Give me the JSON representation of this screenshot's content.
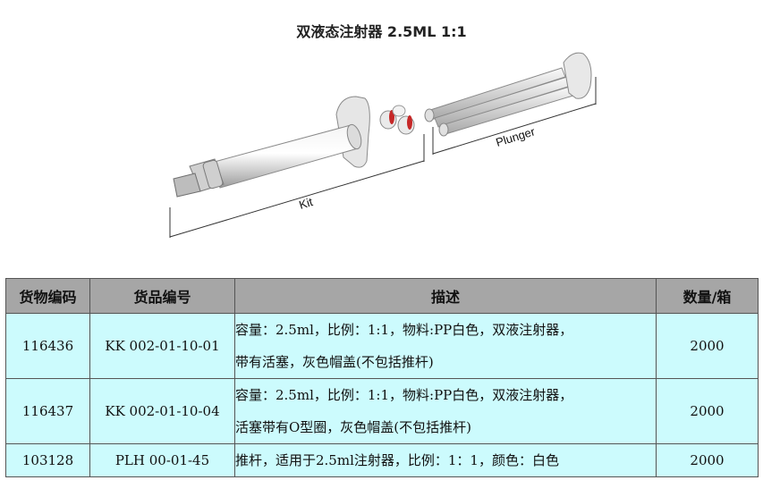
{
  "title": "双液态注射器 2.5ML 1:1",
  "illustration": {
    "kit_label": "Kit",
    "plunger_label": "Plunger"
  },
  "table": {
    "headers": [
      "货物编码",
      "货品编号",
      "描述",
      "数量/箱"
    ],
    "rows": [
      {
        "code": "116436",
        "item": "KK 002-01-10-01",
        "desc": [
          "容量：2.5ml，比例：1:1，物料:PP白色，双液注射器，",
          "带有活塞，灰色帽盖(不包括推杆)"
        ],
        "qty": "2000"
      },
      {
        "code": "116437",
        "item": "KK 002-01-10-04",
        "desc": [
          "容量：2.5ml，比例：1:1，物料:PP白色，双液注射器，",
          "活塞带有O型圈，灰色帽盖(不包括推杆)"
        ],
        "qty": "2000"
      },
      {
        "code": "103128",
        "item": "PLH 00-01-45",
        "desc": [
          "推杆，适用于2.5ml注射器，比例：1：1，颜色：白色"
        ],
        "qty": "2000"
      }
    ]
  }
}
